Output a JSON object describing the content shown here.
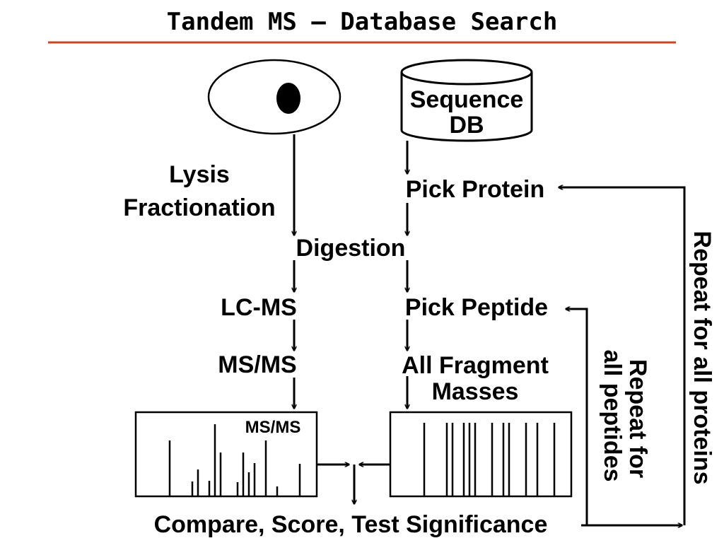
{
  "title": "Tandem MS – Database Search",
  "colors": {
    "divider": "#cc4422",
    "ink": "#000000",
    "background": "#ffffff"
  },
  "db": {
    "line1": "Sequence",
    "line2": "DB"
  },
  "left": {
    "lysis": "Lysis",
    "fractionation": "Fractionation",
    "lcms": "LC-MS",
    "msms": "MS/MS"
  },
  "right": {
    "pick_protein": "Pick Protein",
    "pick_peptide": "Pick Peptide",
    "fragment_line1": "All Fragment",
    "fragment_line2": "Masses"
  },
  "digestion": "Digestion",
  "spectrum": {
    "label": "MS/MS"
  },
  "compare": "Compare, Score, Test Significance",
  "loops": {
    "peptides_line1": "Repeat for",
    "peptides_line2": "all peptides",
    "proteins": "Repeat for all proteins"
  }
}
